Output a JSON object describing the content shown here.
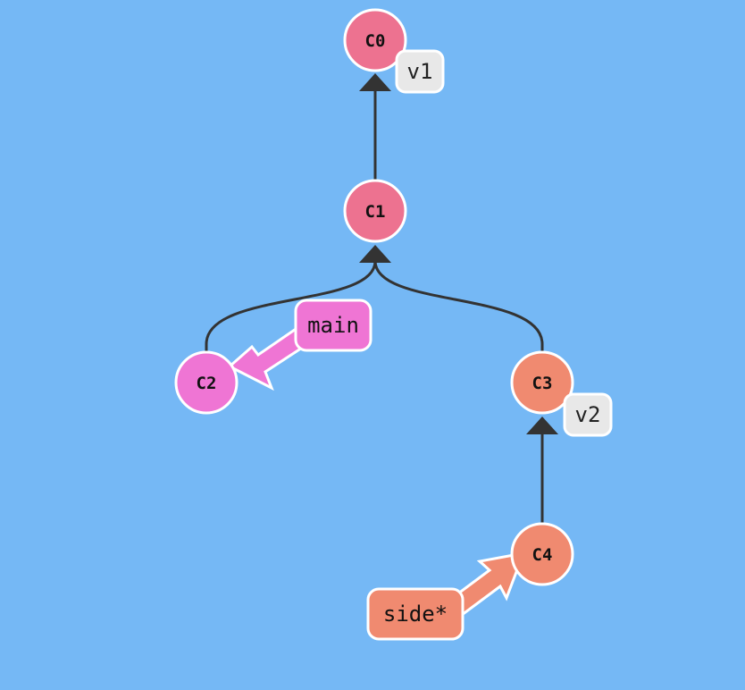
{
  "colors": {
    "background": "#75b8f5",
    "edge": "#333333",
    "main_line_commit": "#ed7290",
    "main_branch": "#ef75d4",
    "side_branch": "#f08a70",
    "tag_fill": "#e8e8e8",
    "outline": "#ffffff"
  },
  "commits": {
    "c0": {
      "label": "C0"
    },
    "c1": {
      "label": "C1"
    },
    "c2": {
      "label": "C2"
    },
    "c3": {
      "label": "C3"
    },
    "c4": {
      "label": "C4"
    }
  },
  "tags": {
    "v1": {
      "label": "v1",
      "target": "C0"
    },
    "v2": {
      "label": "v2",
      "target": "C3"
    }
  },
  "branches": {
    "main": {
      "label": "main",
      "target": "C2",
      "head": false
    },
    "side": {
      "label": "side*",
      "target": "C4",
      "head": true
    }
  },
  "parents": [
    {
      "child": "C1",
      "parent": "C0"
    },
    {
      "child": "C2",
      "parent": "C1"
    },
    {
      "child": "C3",
      "parent": "C1"
    },
    {
      "child": "C4",
      "parent": "C3"
    }
  ]
}
